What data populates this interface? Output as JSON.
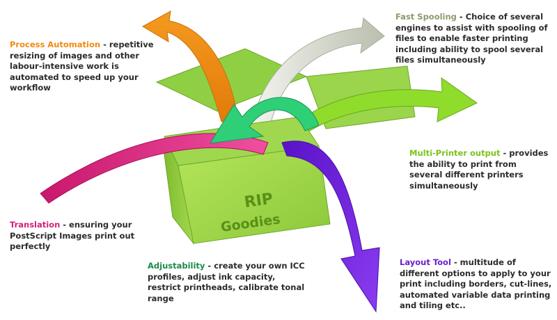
{
  "box": {
    "line1": "RIP",
    "line2": "Goodies"
  },
  "callouts": {
    "process": {
      "heading": "Process Automation",
      "text": " - repetitive resizing of images and other labour-intensive work is automated to speed up your workflow",
      "color": "#f08a12"
    },
    "fast": {
      "heading": "Fast Spooling",
      "text": " - Choice of several engines to assist with spooling of files to enable faster printing including ability to spool several files simultaneously",
      "color": "#8a9b6a"
    },
    "multi": {
      "heading": "Multi-Printer output",
      "text": " - provides the ability to print from several different printers simultaneously",
      "color": "#7cc31c"
    },
    "trans": {
      "heading": "Translation",
      "text": " - ensuring your PostScript Images print out perfectly",
      "color": "#d4207a"
    },
    "adjust": {
      "heading": "Adjustability",
      "text": " - create your own ICC profiles, adjust ink capacity, restrict printheads, calibrate tonal range",
      "color": "#1a8a4c"
    },
    "layout": {
      "heading": "Layout Tool",
      "text": " - multitude of different options to apply to your print including  borders, cut-lines, automated variable data printing and tiling etc..",
      "color": "#6a1fd0"
    }
  }
}
